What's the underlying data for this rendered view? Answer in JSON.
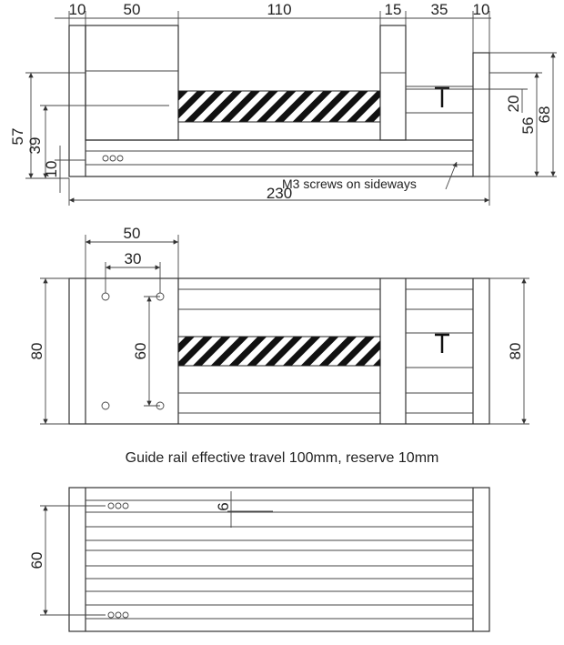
{
  "top_view": {
    "dims_top": [
      "10",
      "50",
      "110",
      "15",
      "35",
      "10"
    ],
    "dims_left": [
      "57",
      "39",
      "10"
    ],
    "dims_right": [
      "20",
      "56",
      "68"
    ],
    "total_length": "230",
    "note": "M3 screws on sideways"
  },
  "middle_view": {
    "dim_50": "50",
    "dim_30": "30",
    "dim_60": "60",
    "dim_80_left": "80",
    "dim_80_right": "80"
  },
  "caption": "Guide rail effective travel 100mm, reserve 10mm",
  "bottom_view": {
    "dim_6": "6",
    "dim_60": "60"
  }
}
